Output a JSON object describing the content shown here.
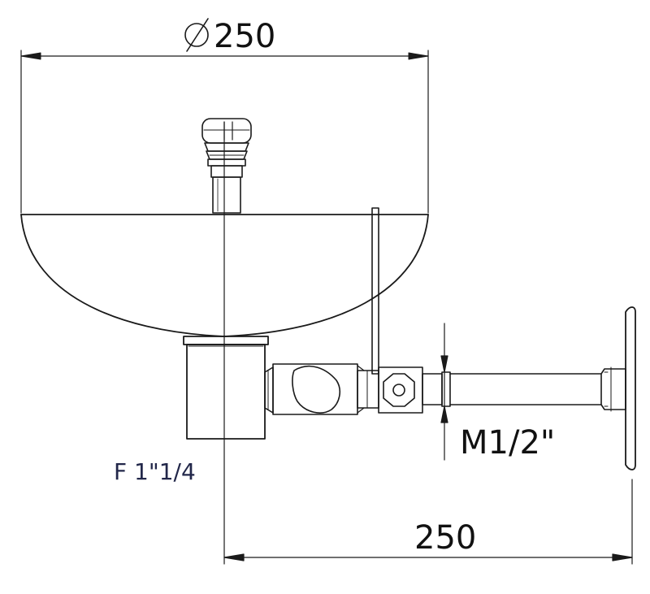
{
  "dimensions": {
    "top_diameter_value": "250",
    "horizontal_offset": "250",
    "inlet_thread": "M1/2\"",
    "drain_thread": "F 1\"1/4"
  },
  "colors": {
    "line": "#1a1a1a",
    "drain_label": "#22274a"
  }
}
